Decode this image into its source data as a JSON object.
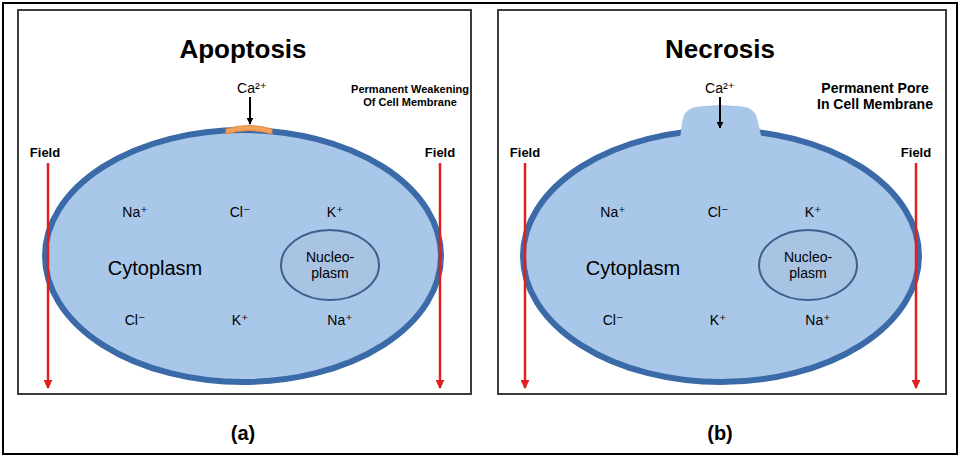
{
  "diagram": {
    "nodes": [
      {
        "text": [
          "Apoptosis"
        ]
      },
      {
        "text": [
          "Na⁺",
          "Cl⁻",
          "K⁺",
          "Cytoplasm",
          "Cl⁻",
          "K⁺",
          "Na⁺"
        ],
        "in": 0
      },
      {
        "text": [
          "Nucleo- plasm"
        ],
        "in": 1
      },
      {
        "text": [
          "Necrosis"
        ]
      },
      {
        "text": [
          "Na⁺",
          "Cl⁻",
          "K⁺",
          "Cytoplasm",
          "Cl⁻",
          "K⁺",
          "Na⁺"
        ],
        "in": 3
      },
      {
        "text": [
          "Nucleo- plasm"
        ],
        "in": 4
      }
    ],
    "labels": [
      "Ca²⁺",
      "Permanent Weakening Of Cell Membrane",
      "Field",
      "Field",
      "(a)",
      "Ca²⁺",
      "Permanent Pore In Cell Membrane",
      "Field",
      "Field",
      "(b)"
    ]
  }
}
